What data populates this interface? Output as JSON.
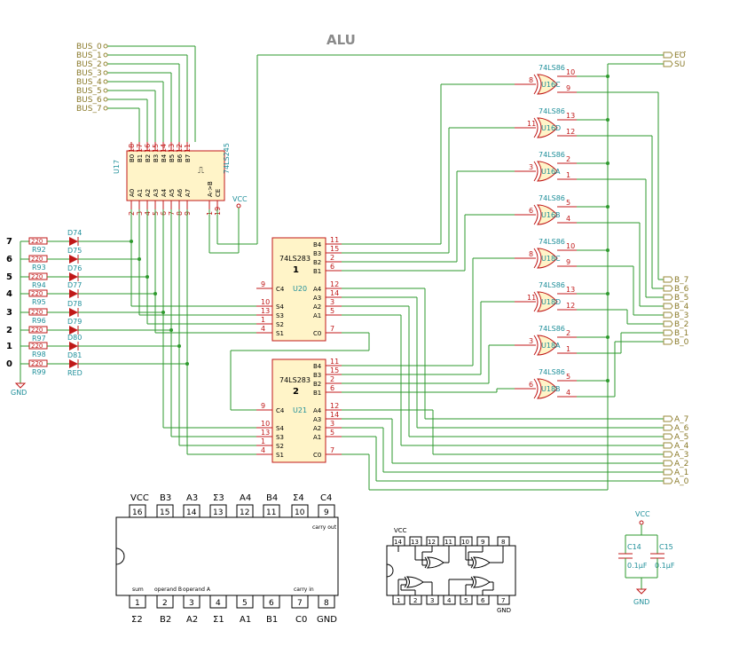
{
  "title": "ALU",
  "bus_labels": [
    "BUS_0",
    "BUS_1",
    "BUS_2",
    "BUS_3",
    "BUS_4",
    "BUS_5",
    "BUS_6",
    "BUS_7"
  ],
  "b_labels": [
    "B_7",
    "B_6",
    "B_5",
    "B_4",
    "B_3",
    "B_2",
    "B_1",
    "B_0"
  ],
  "a_labels": [
    "A_7",
    "A_6",
    "A_5",
    "A_4",
    "A_3",
    "A_2",
    "A_1",
    "A_0"
  ],
  "control_labels": [
    "EO",
    "SU"
  ],
  "buffer": {
    "ref": "U17",
    "part": "74LS245",
    "top_pins": [
      {
        "num": "18",
        "name": "B0"
      },
      {
        "num": "17",
        "name": "B1"
      },
      {
        "num": "16",
        "name": "B2"
      },
      {
        "num": "15",
        "name": "B3"
      },
      {
        "num": "14",
        "name": "B4"
      },
      {
        "num": "13",
        "name": "B5"
      },
      {
        "num": "12",
        "name": "B6"
      },
      {
        "num": "11",
        "name": "B7"
      }
    ],
    "bottom_pins": [
      {
        "num": "2",
        "name": "A0"
      },
      {
        "num": "3",
        "name": "A1"
      },
      {
        "num": "4",
        "name": "A2"
      },
      {
        "num": "5",
        "name": "A3"
      },
      {
        "num": "6",
        "name": "A4"
      },
      {
        "num": "7",
        "name": "A5"
      },
      {
        "num": "8",
        "name": "A6"
      },
      {
        "num": "9",
        "name": "A7"
      },
      {
        "num": "1",
        "name": "A->B"
      },
      {
        "num": "19",
        "name": "CE"
      }
    ],
    "vcc": "VCC"
  },
  "leds": [
    {
      "bit": "7",
      "res_val": "220",
      "res_ref": "R92",
      "led": "D74"
    },
    {
      "bit": "6",
      "res_val": "220",
      "res_ref": "R93",
      "led": "D75"
    },
    {
      "bit": "5",
      "res_val": "220",
      "res_ref": "R94",
      "led": "D76"
    },
    {
      "bit": "4",
      "res_val": "220",
      "res_ref": "R95",
      "led": "D77"
    },
    {
      "bit": "3",
      "res_val": "220",
      "res_ref": "R96",
      "led": "D78"
    },
    {
      "bit": "2",
      "res_val": "220",
      "res_ref": "R97",
      "led": "D79"
    },
    {
      "bit": "1",
      "res_val": "220",
      "res_ref": "R98",
      "led": "D80"
    },
    {
      "bit": "0",
      "res_val": "220",
      "res_ref": "R99",
      "led": "D81"
    }
  ],
  "led_color_label": "RED",
  "gnd": "GND",
  "adders": [
    {
      "part": "74LS283",
      "num": "1",
      "ref": "U20",
      "right_pins": [
        {
          "num": "11",
          "name": "B4"
        },
        {
          "num": "15",
          "name": "B3"
        },
        {
          "num": "2",
          "name": "B2"
        },
        {
          "num": "6",
          "name": "B1"
        },
        {
          "num": "12",
          "name": "A4"
        },
        {
          "num": "14",
          "name": "A3"
        },
        {
          "num": "3",
          "name": "A2"
        },
        {
          "num": "5",
          "name": "A1"
        },
        {
          "num": "7",
          "name": "C0"
        }
      ],
      "left_pins": [
        {
          "num": "9",
          "name": "C4"
        },
        {
          "num": "10",
          "name": "S4"
        },
        {
          "num": "13",
          "name": "S3"
        },
        {
          "num": "1",
          "name": "S2"
        },
        {
          "num": "4",
          "name": "S1"
        }
      ]
    },
    {
      "part": "74LS283",
      "num": "2",
      "ref": "U21",
      "right_pins": [
        {
          "num": "11",
          "name": "B4"
        },
        {
          "num": "15",
          "name": "B3"
        },
        {
          "num": "2",
          "name": "B2"
        },
        {
          "num": "6",
          "name": "B1"
        },
        {
          "num": "12",
          "name": "A4"
        },
        {
          "num": "14",
          "name": "A3"
        },
        {
          "num": "3",
          "name": "A2"
        },
        {
          "num": "5",
          "name": "A1"
        },
        {
          "num": "7",
          "name": "C0"
        }
      ],
      "left_pins": [
        {
          "num": "9",
          "name": "C4"
        },
        {
          "num": "10",
          "name": "S4"
        },
        {
          "num": "13",
          "name": "S3"
        },
        {
          "num": "1",
          "name": "S2"
        },
        {
          "num": "4",
          "name": "S1"
        }
      ]
    }
  ],
  "xor_gates": [
    {
      "part": "74LS86",
      "ref": "U16C",
      "out": "8",
      "in1": "10",
      "in2": "9"
    },
    {
      "part": "74LS86",
      "ref": "U16D",
      "out": "11",
      "in1": "13",
      "in2": "12"
    },
    {
      "part": "74LS86",
      "ref": "U16A",
      "out": "3",
      "in1": "2",
      "in2": "1"
    },
    {
      "part": "74LS86",
      "ref": "U16B",
      "out": "6",
      "in1": "5",
      "in2": "4"
    },
    {
      "part": "74LS86",
      "ref": "U18C",
      "out": "8",
      "in1": "10",
      "in2": "9"
    },
    {
      "part": "74LS86",
      "ref": "U18D",
      "out": "11",
      "in1": "13",
      "in2": "12"
    },
    {
      "part": "74LS86",
      "ref": "U18A",
      "out": "3",
      "in1": "2",
      "in2": "1"
    },
    {
      "part": "74LS86",
      "ref": "U18B",
      "out": "6",
      "in1": "5",
      "in2": "4"
    }
  ],
  "pinout_283": {
    "top_labels": [
      "VCC",
      "B3",
      "A3",
      "Σ3",
      "A4",
      "B4",
      "Σ4",
      "C4"
    ],
    "top_nums": [
      "16",
      "15",
      "14",
      "13",
      "12",
      "11",
      "10",
      "9"
    ],
    "bottom_labels": [
      "Σ2",
      "B2",
      "A2",
      "Σ1",
      "A1",
      "B1",
      "C0",
      "GND"
    ],
    "bottom_nums": [
      "1",
      "2",
      "3",
      "4",
      "5",
      "6",
      "7",
      "8"
    ],
    "inner_top": "carry out",
    "inner_bottom": [
      "sum",
      "operand B",
      "operand A",
      "carry in"
    ]
  },
  "pinout_86": {
    "vcc": "VCC",
    "gnd": "GND",
    "top_nums": [
      "14",
      "13",
      "12",
      "11",
      "10",
      "9",
      "8"
    ],
    "bottom_nums": [
      "1",
      "2",
      "3",
      "4",
      "5",
      "6",
      "7"
    ]
  },
  "caps": {
    "vcc": "VCC",
    "gnd": "GND",
    "c1_ref": "C14",
    "c1_val": "0.1µF",
    "c2_ref": "C15",
    "c2_val": "0.1µF"
  }
}
